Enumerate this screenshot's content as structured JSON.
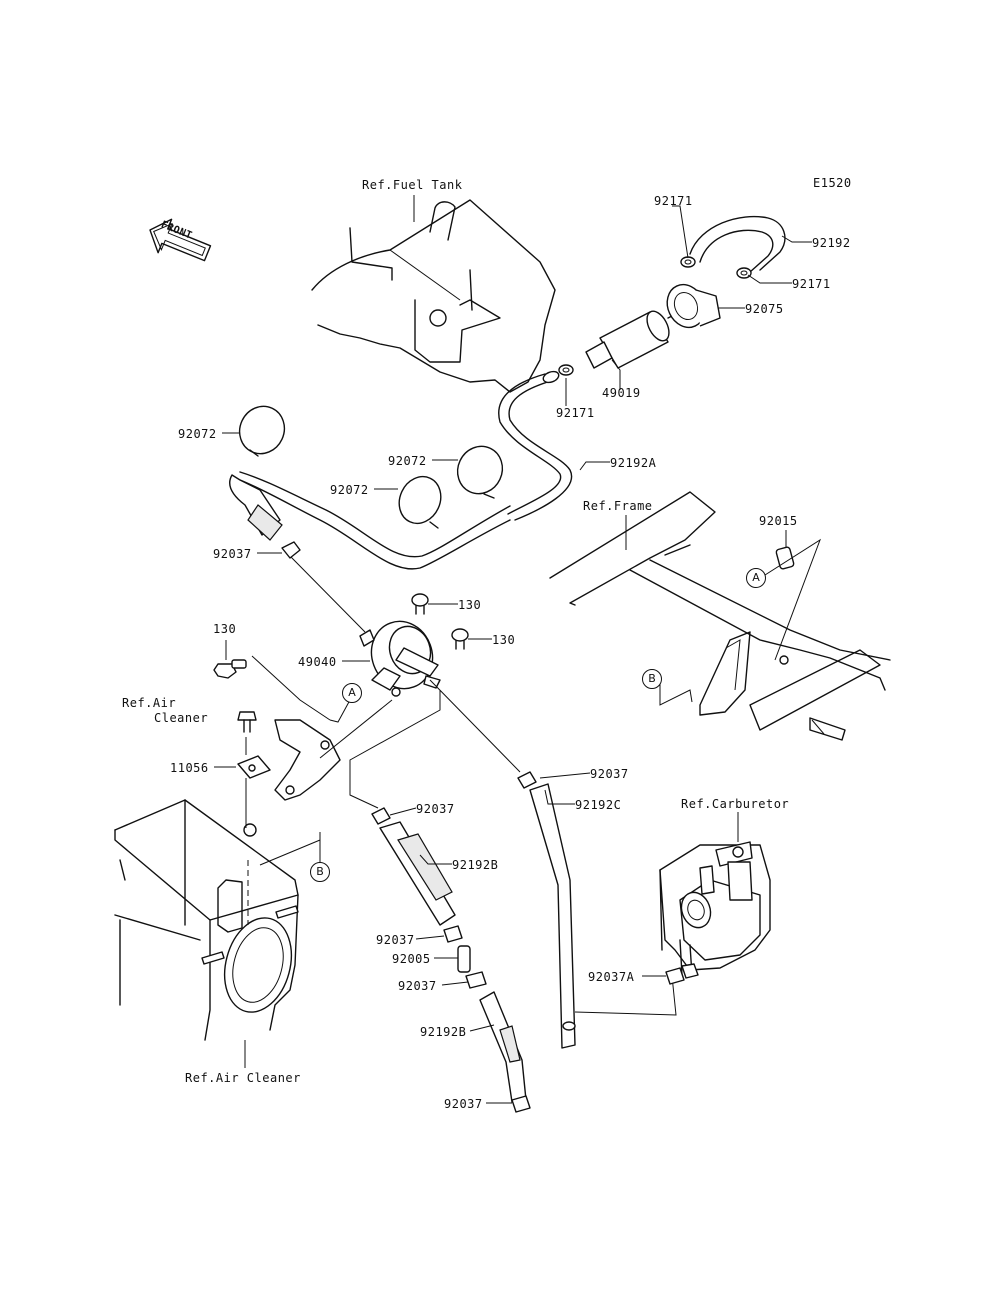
{
  "diagram_code": "E1520",
  "front_label": "FRONT",
  "refs": {
    "fuel_tank": "Ref.Fuel Tank",
    "frame": "Ref.Frame",
    "air_cleaner_top_line1": "Ref.Air",
    "air_cleaner_top_line2": "Cleaner",
    "air_cleaner_bottom": "Ref.Air Cleaner",
    "carburetor": "Ref.Carburetor"
  },
  "callouts": {
    "a": "A",
    "b": "B"
  },
  "parts": {
    "p92171_top": "92171",
    "p92192": "92192",
    "p92171_right": "92171",
    "p92075": "92075",
    "p49019": "49019",
    "p92171_bottom": "92171",
    "p92072_left": "92072",
    "p92072_mid": "92072",
    "p92072_low": "92072",
    "p92192A": "92192A",
    "p92037_upper": "92037",
    "p92015": "92015",
    "p130_upper": "130",
    "p130_right": "130",
    "p130_left": "130",
    "p49040": "49040",
    "p11056": "11056",
    "p92037_mid_right": "92037",
    "p92192C": "92192C",
    "p92037_mid": "92037",
    "p92192B_upper": "92192B",
    "p92037_lower1": "92037",
    "p92005": "92005",
    "p92037_lower2": "92037",
    "p92192B_lower": "92192B",
    "p92037_bottom": "92037",
    "p92037A": "92037A"
  }
}
